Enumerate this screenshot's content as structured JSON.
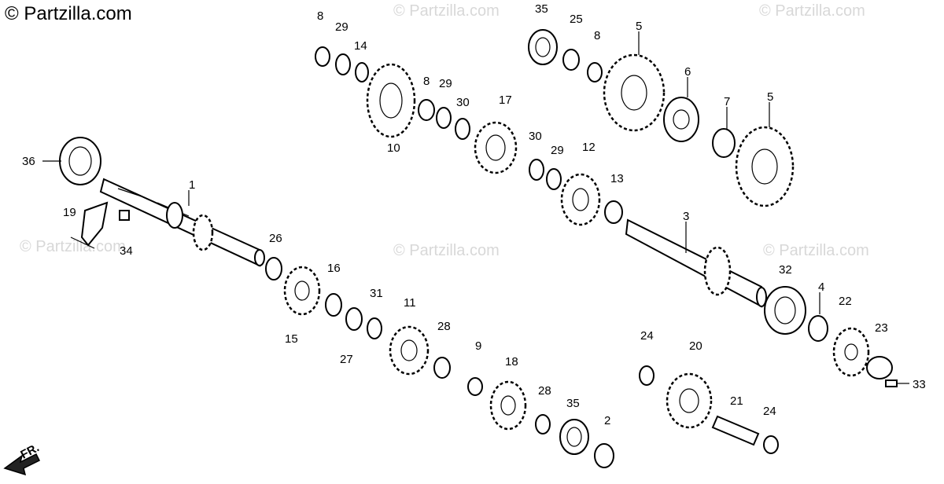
{
  "copyright": "© Partzilla.com",
  "watermark": "© Partzilla.com",
  "front_label": "FR.",
  "part_labels": [
    "1",
    "2",
    "3",
    "4",
    "5",
    "5",
    "6",
    "7",
    "8",
    "8",
    "8",
    "9",
    "10",
    "11",
    "12",
    "13",
    "14",
    "15",
    "16",
    "17",
    "18",
    "19",
    "20",
    "21",
    "22",
    "23",
    "24",
    "24",
    "25",
    "26",
    "27",
    "28",
    "28",
    "29",
    "29",
    "29",
    "30",
    "30",
    "31",
    "32",
    "33",
    "34",
    "35",
    "35",
    "36"
  ]
}
